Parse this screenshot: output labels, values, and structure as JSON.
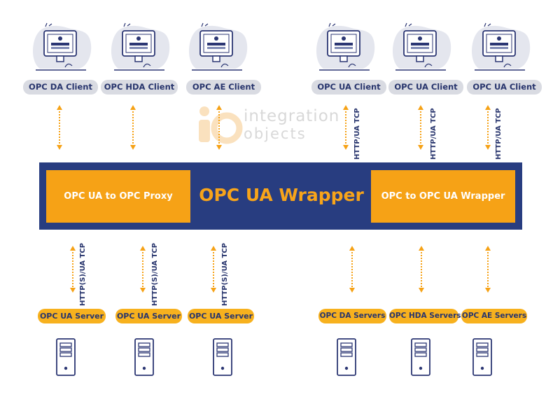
{
  "clients": [
    {
      "label": "OPC DA Client"
    },
    {
      "label": "OPC HDA Client"
    },
    {
      "label": "OPC AE Client"
    },
    {
      "label": "OPC UA Client"
    },
    {
      "label": "OPC UA Client"
    },
    {
      "label": "OPC UA Client"
    }
  ],
  "protocols": {
    "top": "HTTP/UA TCP",
    "bottom": "HTTP(S)/UA TCP"
  },
  "wrapper": {
    "left_box": "OPC UA to OPC Proxy",
    "title": "OPC UA Wrapper",
    "right_box": "OPC to OPC UA Wrapper"
  },
  "servers": [
    {
      "label": "OPC UA Server"
    },
    {
      "label": "OPC UA Server"
    },
    {
      "label": "OPC UA Server"
    },
    {
      "label": "OPC DA Servers"
    },
    {
      "label": "OPC HDA Servers"
    },
    {
      "label": "OPC AE Servers"
    }
  ],
  "watermark": {
    "line1": "integration",
    "line2": "objects"
  },
  "colors": {
    "navy": "#283d80",
    "orange": "#f6a216",
    "pill_gray": "#d9dbe2"
  }
}
